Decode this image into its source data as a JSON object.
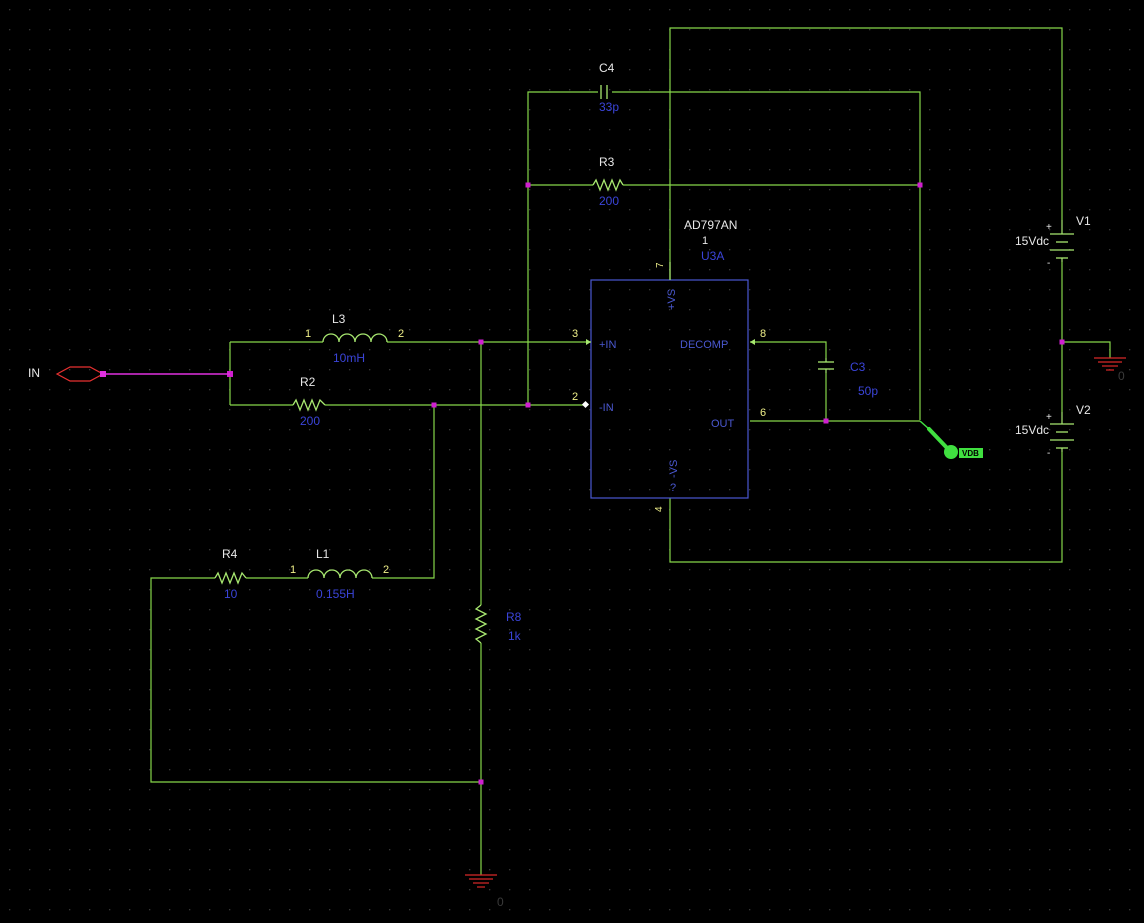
{
  "colors": {
    "background": "#000000",
    "grid_dot": "#3a3a3a",
    "wire": "#86d64a",
    "component": "#a8e870",
    "component_name": "#e8e8e8",
    "value_label": "#3a44d8",
    "pin_number": "#f0f08a",
    "opamp_body": "#4a58d0",
    "opamp_pin_name": "#4a58d0",
    "junction": "#d020d0",
    "input_wire": "#e030e0",
    "input_port": "#e83030",
    "ground": "#d82828",
    "probe": "#40e040",
    "probe_label": "#000000"
  },
  "input_port": {
    "label": "IN"
  },
  "components": {
    "c4": {
      "name": "C4",
      "value": "33p"
    },
    "r3": {
      "name": "R3",
      "value": "200"
    },
    "l3": {
      "name": "L3",
      "value": "10mH",
      "pin1": "1",
      "pin2": "2"
    },
    "r2": {
      "name": "R2",
      "value": "200"
    },
    "r4": {
      "name": "R4",
      "value": "10"
    },
    "l1": {
      "name": "L1",
      "value": "0.155H",
      "pin1": "1",
      "pin2": "2"
    },
    "r8": {
      "name": "R8",
      "value": "1k"
    },
    "c3": {
      "name": "C3",
      "value": "50p"
    },
    "v1": {
      "name": "V1",
      "value": "15Vdc",
      "plus": "+",
      "minus": "-"
    },
    "v2": {
      "name": "V2",
      "value": "15Vdc",
      "plus": "+",
      "minus": "-"
    }
  },
  "opamp": {
    "part": "AD797AN",
    "sub": "1",
    "ref": "U3A",
    "pins": {
      "vplus": {
        "num": "7",
        "name": "+VS"
      },
      "inplus": {
        "num": "3",
        "name": "+IN"
      },
      "inminus": {
        "num": "2",
        "name": "-IN"
      },
      "decomp": {
        "num": "8",
        "name": "DECOMP"
      },
      "out": {
        "num": "6",
        "name": "OUT"
      },
      "vminus": {
        "num": "4",
        "name": "-VS"
      }
    },
    "unknown_mark": "?"
  },
  "grounds": {
    "right": "0",
    "bottom": "0"
  },
  "probe": {
    "label": "VDB"
  }
}
